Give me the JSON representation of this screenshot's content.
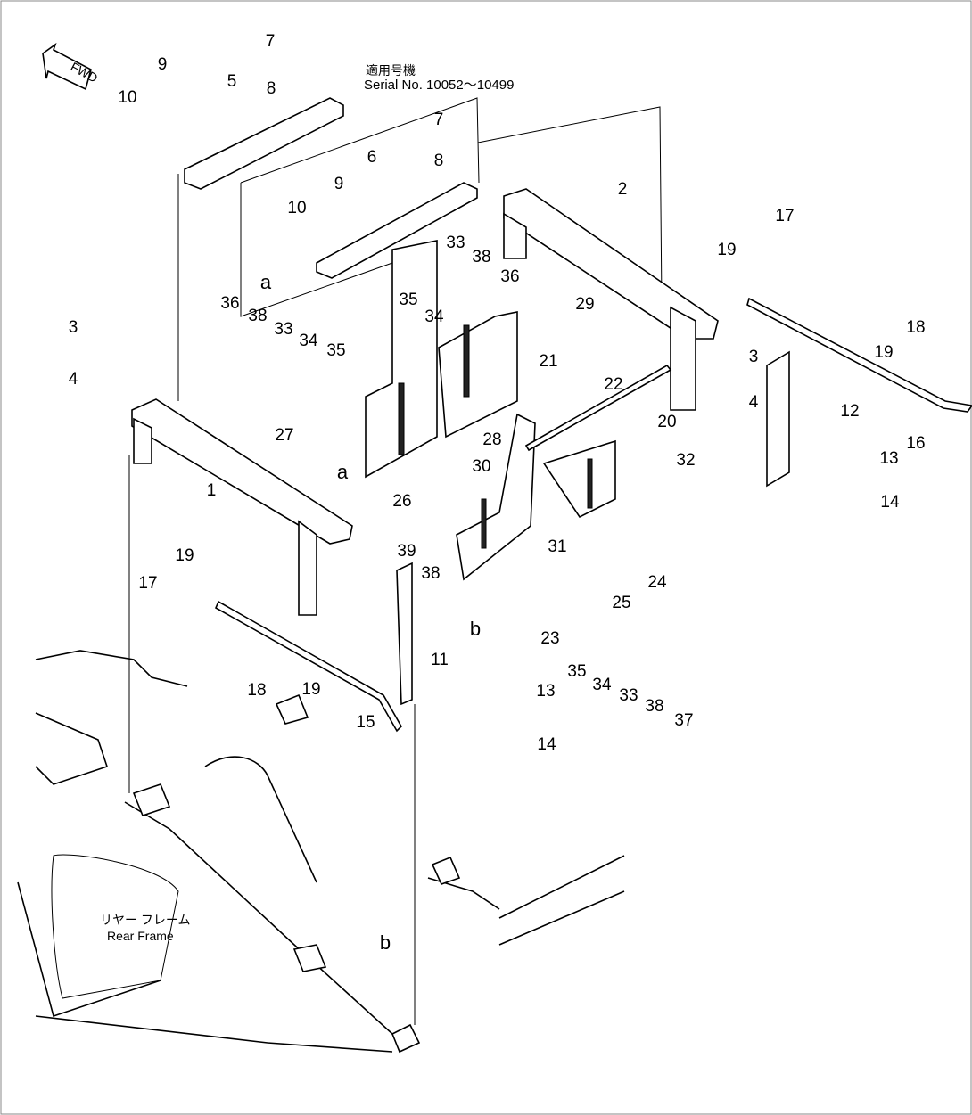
{
  "fwd_label": "FWD",
  "serial_note": {
    "jp": "適用号機",
    "en": "Serial  No.  10052～10499"
  },
  "rear_frame": {
    "jp": "リヤー フレーム",
    "en": "Rear Frame"
  },
  "callouts": [
    "7",
    "8",
    "9",
    "10",
    "5",
    "7",
    "8",
    "6",
    "9",
    "10",
    "a",
    "2",
    "17",
    "19",
    "18",
    "19",
    "3",
    "4",
    "36",
    "38",
    "33",
    "34",
    "35",
    "33",
    "38",
    "36",
    "35",
    "34",
    "29",
    "21",
    "22",
    "3",
    "4",
    "12",
    "16",
    "20",
    "27",
    "28",
    "32",
    "13",
    "14",
    "a",
    "1",
    "26",
    "30",
    "31",
    "39",
    "38",
    "24",
    "25",
    "17",
    "19",
    "b",
    "23",
    "11",
    "35",
    "34",
    "33",
    "38",
    "37",
    "19",
    "18",
    "15",
    "13",
    "14",
    "b"
  ]
}
